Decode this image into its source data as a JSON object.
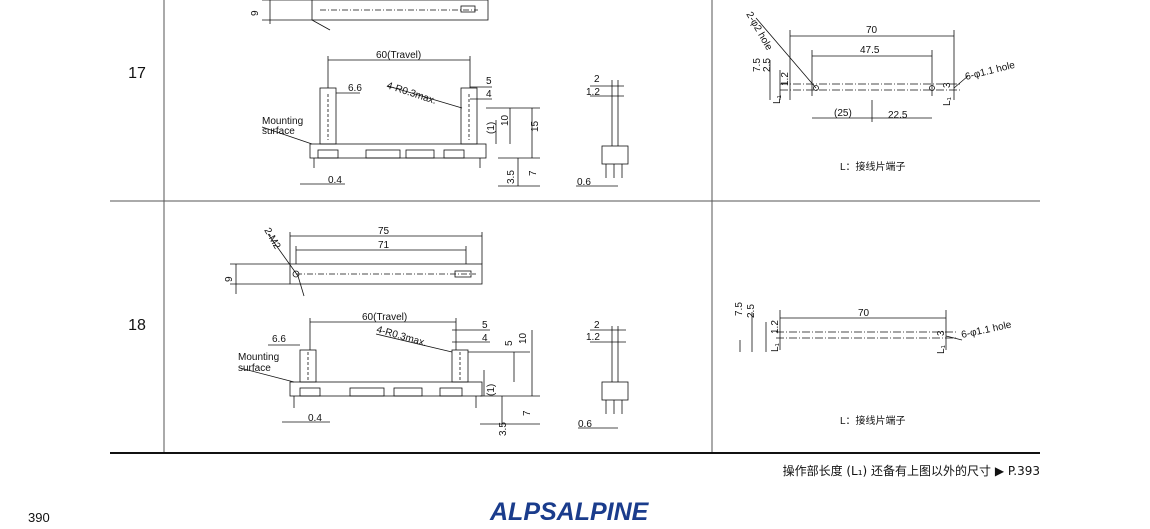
{
  "rows": [
    {
      "number": "17",
      "labels": {
        "dim_9": "9",
        "travel": "60(Travel)",
        "d_6_6": "6.6",
        "radius": "4-R0.3max.",
        "d_5": "5",
        "d_4": "4",
        "mounting": "Mounting",
        "surface": "surface",
        "d_1": "(1)",
        "d_10": "10",
        "d_15": "15",
        "d_0_4": "0.4",
        "d_3_5": "3.5",
        "d_7": "7",
        "side_2": "2",
        "side_1_2": "1.2",
        "side_0_6": "0.6",
        "pcb_hole": "2-φ2 hole",
        "pcb_70": "70",
        "pcb_47_5": "47.5",
        "pcb_7_5": "7.5",
        "pcb_2_5": "2.5",
        "pcb_1_2": "1.2",
        "pcb_L1": "L₁",
        "pcb_25": "(25)",
        "pcb_22_5": "22.5",
        "pcb_3": "3",
        "pcb_L1b": "L₁",
        "pcb_6hole": "6-φ1.1 hole",
        "pcb_note": "L：接线片端子"
      }
    },
    {
      "number": "18",
      "labels": {
        "m2": "2-M2",
        "d_75": "75",
        "d_71": "71",
        "dim_9": "9",
        "travel": "60(Travel)",
        "d_6_6": "6.6",
        "radius": "4-R0.3max.",
        "d_5": "5",
        "d_4": "4",
        "d_5b": "5",
        "d_10": "10",
        "mounting": "Mounting",
        "surface": "surface",
        "d_1": "(1)",
        "d_0_4": "0.4",
        "d_3_5": "3.5",
        "d_7": "7",
        "side_2": "2",
        "side_1_2": "1.2",
        "side_0_6": "0.6",
        "pcb_7_5": "7.5",
        "pcb_2_5": "2.5",
        "pcb_1_2": "1.2",
        "pcb_L1": "L₁",
        "pcb_70": "70",
        "pcb_3": "3",
        "pcb_L1b": "L₁",
        "pcb_6hole": "6-φ1.1 hole",
        "pcb_note": "L：接线片端子"
      }
    }
  ],
  "footer": {
    "note": "操作部长度 (L₁) 还备有上图以外的尺寸 ▶ P.393",
    "page_number": "390",
    "brand": "ALPSALPINE"
  },
  "colors": {
    "brand": "#1a3c8c",
    "lines": "#111111"
  }
}
